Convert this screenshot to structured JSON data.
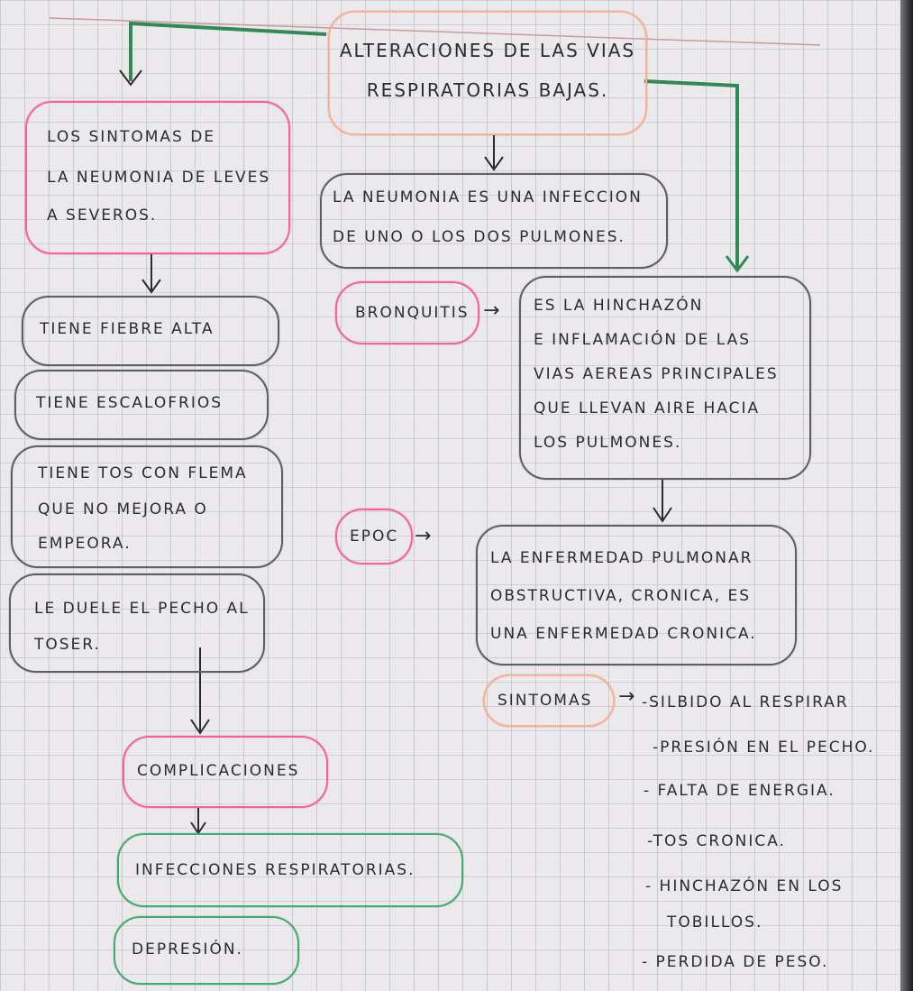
{
  "title": [
    "ALTERACIONES DE LAS VIAS",
    "RESPIRATORIAS BAJAS."
  ],
  "neumonia_def": [
    "LA NEUMONIA ES UNA INFECCION",
    "DE UNO O LOS DOS PULMONES."
  ],
  "sintomas_neumonia": [
    "LOS SINTOMAS DE",
    "LA NEUMONIA DE LEVES",
    "A SEVEROS."
  ],
  "fiebre": [
    "TIENE FIEBRE ALTA"
  ],
  "escalofrios": [
    "TIENE ESCALOFRIOS"
  ],
  "tos": [
    "TIENE TOS CON FLEMA",
    "QUE NO MEJORA O",
    "EMPEORA."
  ],
  "pecho": [
    "LE DUELE EL PECHO AL",
    "TOSER."
  ],
  "complicaciones": [
    "COMPLICACIONES"
  ],
  "infecciones": [
    "INFECCIONES RESPIRATORIAS."
  ],
  "depresion": [
    "DEPRESIÓN."
  ],
  "bronquitis": [
    "BRONQUITIS"
  ],
  "bronquitis_def": [
    "ES LA HINCHAZÓN",
    "E INFLAMACIÓN DE LAS",
    "VIAS AEREAS PRINCIPALES",
    "QUE LLEVAN AIRE HACIA",
    "LOS PULMONES."
  ],
  "epoc": [
    "EPOC"
  ],
  "epoc_def": [
    "LA ENFERMEDAD PULMONAR",
    "OBSTRUCTIVA, CRONICA, ES",
    "UNA ENFERMEDAD CRONICA."
  ],
  "sintomas_epoc": [
    "SINTOMAS"
  ],
  "lista_sintomas": [
    "-SILBIDO AL RESPIRAR",
    "-PRESIÓN EN EL PECHO.",
    "- FALTA DE ENERGIA.",
    "-TOS CRONICA.",
    "- HINCHAZÓN EN LOS",
    "TOBILLOS.",
    "- PERDIDA DE PESO."
  ],
  "arrow_glyph": "→",
  "colors": {
    "pink": "#ff5c9e",
    "orange": "#ffae8f",
    "green": "#3fae6a",
    "gray_ink": "#5f5e63"
  }
}
